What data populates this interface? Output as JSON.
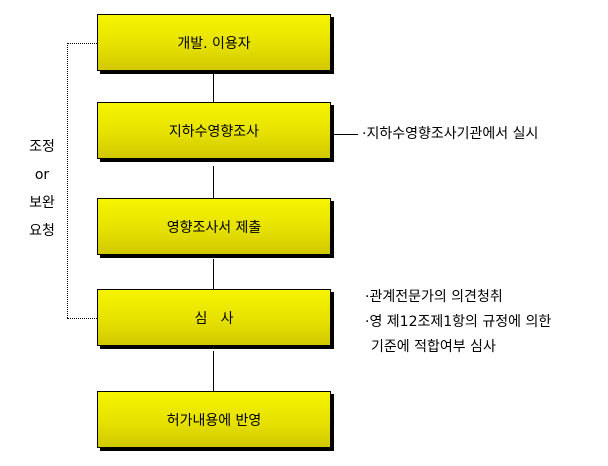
{
  "steps": [
    {
      "label": "개발. 이용자"
    },
    {
      "label": "지하수영향조사"
    },
    {
      "label": "영향조사서 제출"
    },
    {
      "label": "심   사"
    },
    {
      "label": "허가내용에 반영"
    }
  ],
  "feedback_label": {
    "line1": "조정",
    "line2": "or",
    "line3": "보완",
    "line4": "요청"
  },
  "notes": {
    "survey": "·지하수영향조사기관에서 실시",
    "review_1": "·관계전문가의 의견청취",
    "review_2": "·영 제12조제1항의 규정에 의한",
    "review_3": "기준에 적합여부 심사"
  },
  "colors": {
    "box_fill": "#e6e100",
    "line": "#000000"
  }
}
